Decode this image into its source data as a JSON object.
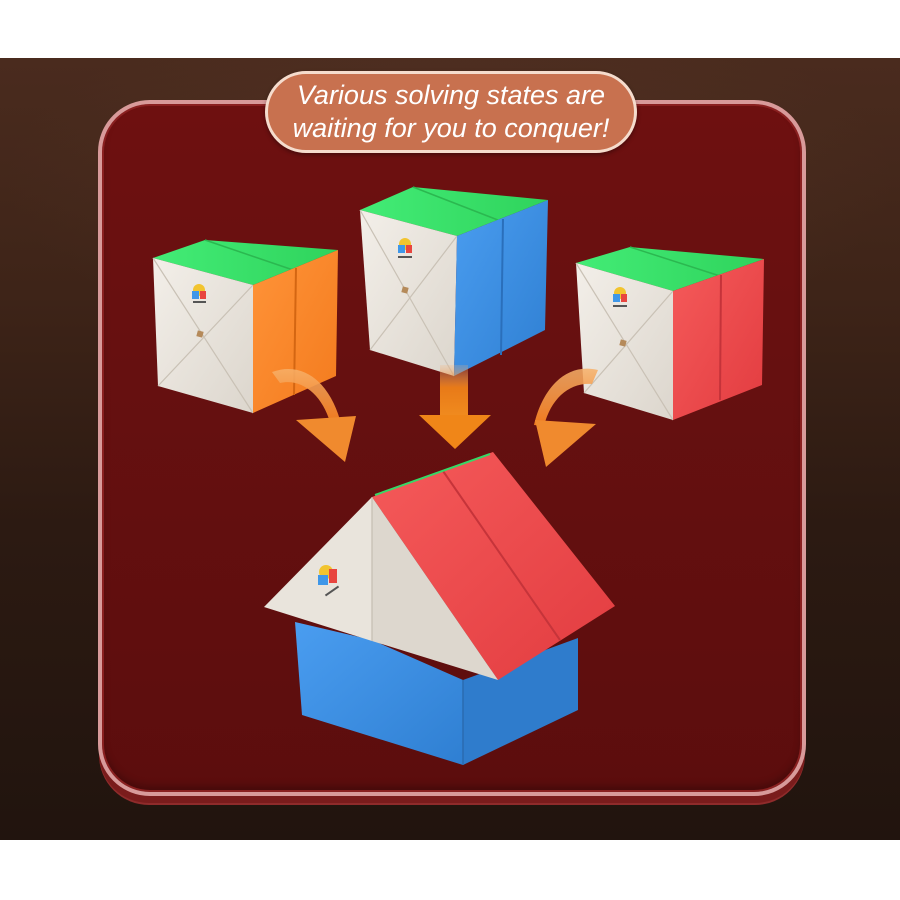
{
  "banner": {
    "line1": "Various solving states are",
    "line2": "waiting for you to conquer!"
  },
  "colors": {
    "background_top": "#4a2b1e",
    "background_bottom": "#21140e",
    "panel": "#661010",
    "panel_border": "#d89a9a",
    "pill": "#c8714f",
    "pill_border": "#f5dccd",
    "arrow": "#f08a2a",
    "sticker_white": "#ece8e1",
    "sticker_green": "#3be36a",
    "sticker_orange": "#ff8a2a",
    "sticker_blue": "#3a8ee0",
    "sticker_red": "#f0474a"
  },
  "cubes": [
    {
      "position": "left",
      "state": "cube",
      "side_color": "orange"
    },
    {
      "position": "center",
      "state": "cube",
      "side_color": "blue"
    },
    {
      "position": "right",
      "state": "cube",
      "side_color": "red"
    },
    {
      "position": "bottom",
      "state": "house",
      "roof_color": "red",
      "base_color": "blue"
    }
  ],
  "arrows": [
    {
      "direction": "curved-down-right",
      "from": "left"
    },
    {
      "direction": "down",
      "from": "center"
    },
    {
      "direction": "curved-down-left",
      "from": "right"
    }
  ]
}
